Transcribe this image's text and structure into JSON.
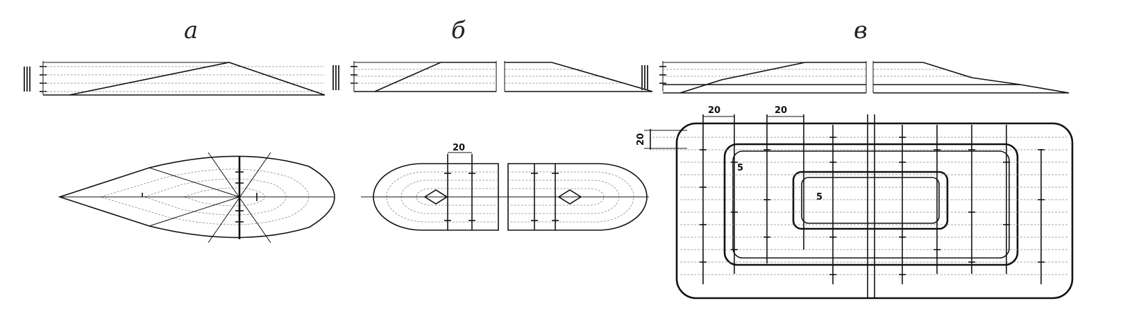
{
  "panels": [
    {
      "id": "a",
      "label": "а"
    },
    {
      "id": "b",
      "label": "б",
      "dimension": "20"
    },
    {
      "id": "v",
      "label": "в",
      "dimensions": [
        "20",
        "20",
        "20",
        "5",
        "5"
      ]
    }
  ]
}
